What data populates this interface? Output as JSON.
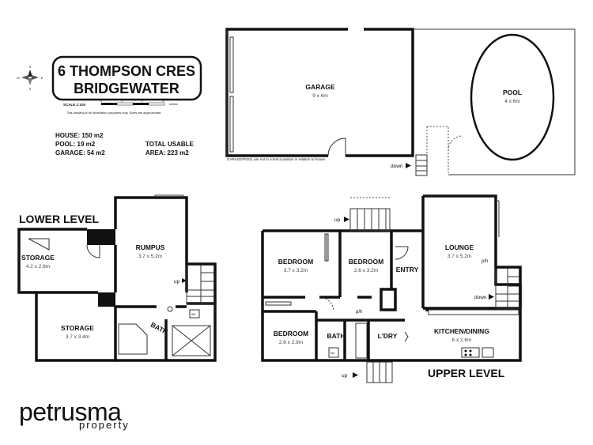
{
  "header": {
    "address_line1": "6 THOMPSON CRES",
    "address_line2": "BRIDGEWATER",
    "scale_label": "SCALE 1:100",
    "scale_ticks": [
      "0",
      "1",
      "2",
      "3",
      "metres"
    ],
    "disclaimer": "This drawing is for illustration purposes only. Sizes are approximate."
  },
  "areas": {
    "house": "HOUSE: 150 m2",
    "pool": "POOL: 19 m2",
    "garage": "GARAGE: 54 m2",
    "total_label": "TOTAL USABLE",
    "total_value": "AREA: 223 m2"
  },
  "outbuildings": {
    "garage_name": "GARAGE",
    "garage_size": "9 x 6m",
    "pool_name": "POOL",
    "pool_size": "4 x 6m",
    "position_note": "GARAGE/POOL are not in correct position in relation to house.",
    "down_label": "down"
  },
  "lower_level": {
    "title": "LOWER LEVEL",
    "rumpus_name": "RUMPUS",
    "rumpus_size": "3.7 x 5.2m",
    "storage1_name": "STORAGE",
    "storage1_size": "4.2 x 2.8m",
    "storage2_name": "STORAGE",
    "storage2_size": "3.7 x 3.4m",
    "bath_name": "BATH",
    "up_label": "up",
    "wc_label": "WC"
  },
  "upper_level": {
    "title": "UPPER LEVEL",
    "bedroom1_name": "BEDROOM",
    "bedroom1_size": "3.7 x 3.2m",
    "bedroom2_name": "BEDROOM",
    "bedroom2_size": "2.6 x 3.2m",
    "bedroom3_name": "BEDROOM",
    "bedroom3_size": "2.6 x 2.9m",
    "entry_name": "ENTRY",
    "lounge_name": "LOUNGE",
    "lounge_size": "3.7 x 5.2m",
    "kitchen_name": "KITCHEN/DINING",
    "kitchen_size": "6 x 2.6m",
    "bath_name": "BATH",
    "laundry_name": "L'DRY",
    "ph_label_1": "p/h",
    "ph_label_2": "p/h",
    "up_label_1": "up",
    "up_label_2": "up",
    "down_label": "down",
    "wc_label": "WC"
  },
  "brand": {
    "name": "petrusma",
    "sub": "property"
  },
  "compass": {
    "n": "N",
    "s": "S",
    "e": "E",
    "w": "W"
  }
}
